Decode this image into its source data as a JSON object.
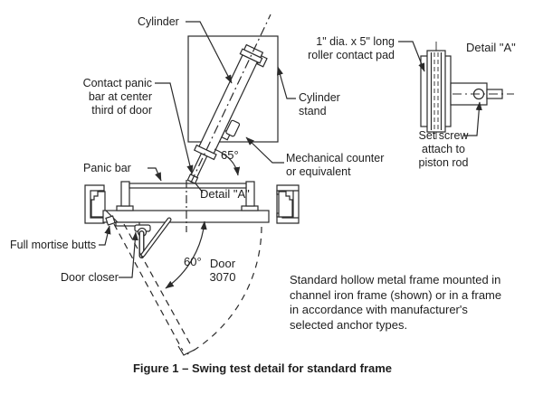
{
  "figure": {
    "caption": "Figure 1 – Swing test detail for standard frame",
    "labels": {
      "cylinder": "Cylinder",
      "roller_pad_line1": "1\" dia. x 5\" long",
      "roller_pad_line2": "roller contact pad",
      "detail_a_title": "Detail \"A\"",
      "contact_panic_line1": "Contact panic",
      "contact_panic_line2": "bar at center",
      "contact_panic_line3": "third of door",
      "cylinder_stand_line1": "Cylinder",
      "cylinder_stand_line2": "stand",
      "mech_counter_line1": "Mechanical counter",
      "mech_counter_line2": "or equivalent",
      "angle_cylinder": "65°",
      "panic_bar": "Panic bar",
      "detail_a_ref": "Detail \"A\"",
      "set_screw_line1": "Set screw",
      "set_screw_line2": "attach to",
      "set_screw_line3": "piston rod",
      "full_mortise_butts": "Full mortise butts",
      "door_closer": "Door closer",
      "angle_door": "60°",
      "door_line1": "Door",
      "door_line2": "3070"
    },
    "note_lines": [
      "Standard hollow metal frame mounted in",
      "channel iron frame (shown) or in a frame",
      "in accordance with manufacturer's",
      "selected anchor types."
    ],
    "colors": {
      "line": "#2a2a2a",
      "text": "#1e1e1e",
      "background": "#ffffff"
    }
  }
}
